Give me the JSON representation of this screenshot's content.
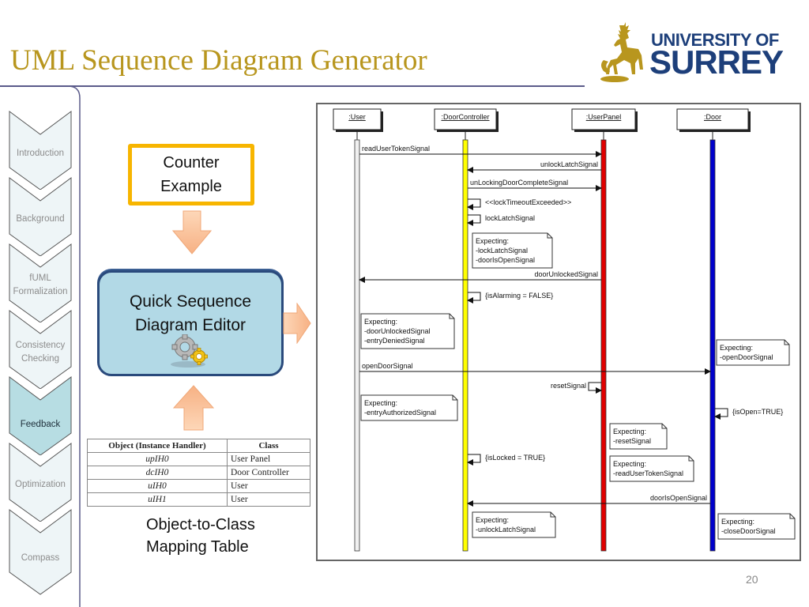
{
  "slide": {
    "title": "UML Sequence Diagram Generator",
    "page_number": "20",
    "logo": {
      "line1": "UNIVERSITY OF",
      "line2": "SURREY",
      "icon": "stag-emblem-icon"
    },
    "colors": {
      "title": "#b8961e",
      "logo_text": "#1d3f7a",
      "nav_active": "#b7dde3",
      "nav_inactive": "#eef5f7"
    }
  },
  "nav": {
    "items": [
      {
        "label": "Introduction",
        "active": false
      },
      {
        "label": "Background",
        "active": false
      },
      {
        "label": "fUML Formalization",
        "active": false
      },
      {
        "label": "Consistency Checking",
        "active": false
      },
      {
        "label": "Feedback",
        "active": true
      },
      {
        "label": "Optimization",
        "active": false
      },
      {
        "label": "Compass",
        "active": false
      }
    ]
  },
  "flow": {
    "counter_example": {
      "line1": "Counter",
      "line2": "Example"
    },
    "editor": {
      "line1": "Quick Sequence",
      "line2": "Diagram Editor",
      "icon": "gears-icon"
    },
    "mapping_caption": {
      "line1": "Object-to-Class",
      "line2": "Mapping Table"
    },
    "mapping_table": {
      "headers": [
        "Object (Instance Handler)",
        "Class"
      ],
      "rows": [
        [
          "upIH0",
          "User Panel"
        ],
        [
          "dcIH0",
          "Door Controller"
        ],
        [
          "uIH0",
          "User"
        ],
        [
          "uIH1",
          "User"
        ]
      ]
    }
  },
  "sequence": {
    "lifelines": [
      {
        "name": ":User",
        "color": "#f0f0f0"
      },
      {
        "name": ":DoorController",
        "color": "#ffff00"
      },
      {
        "name": ":UserPanel",
        "color": "#e00000"
      },
      {
        "name": ":Door",
        "color": "#0000cc"
      }
    ],
    "messages": [
      {
        "label": "readUserTokenSignal",
        "from": 0,
        "to": 2
      },
      {
        "label": "unlockLatchSignal",
        "from": 2,
        "to": 1
      },
      {
        "label": "unLockingDoorCompleteSignal",
        "from": 1,
        "to": 2
      },
      {
        "label": "<<lockTimeoutExceeded>>",
        "from": 1,
        "to": 1
      },
      {
        "label": "lockLatchSignal",
        "from": 1,
        "to": 1
      },
      {
        "label": "doorUnlockedSignal",
        "from": 2,
        "to": 0
      },
      {
        "label": "{isAlarming = FALSE}",
        "from": 1,
        "to": 1
      },
      {
        "label": "openDoorSignal",
        "from": 0,
        "to": 3
      },
      {
        "label": "resetSignal",
        "from": 2,
        "to": 2
      },
      {
        "label": "{isOpen=TRUE}",
        "from": 3,
        "to": 3
      },
      {
        "label": "{isLocked = TRUE}",
        "from": 1,
        "to": 1
      },
      {
        "label": "doorIsOpenSignal",
        "from": 3,
        "to": 1
      }
    ],
    "notes": [
      {
        "lines": [
          "Expecting:",
          "-lockLatchSignal",
          "-doorIsOpenSignal"
        ]
      },
      {
        "lines": [
          "Expecting:",
          "-doorUnlockedSignal",
          "-entryDeniedSignal"
        ]
      },
      {
        "lines": [
          "Expecting:",
          "-openDoorSignal"
        ]
      },
      {
        "lines": [
          "Expecting:",
          "-entryAuthorizedSignal"
        ]
      },
      {
        "lines": [
          "Expecting:",
          "-resetSignal"
        ]
      },
      {
        "lines": [
          "Expecting:",
          "-readUserTokenSignal"
        ]
      },
      {
        "lines": [
          "Expecting:",
          "-unlockLatchSignal"
        ]
      },
      {
        "lines": [
          "Expecting:",
          "-closeDoorSignal"
        ]
      }
    ]
  }
}
